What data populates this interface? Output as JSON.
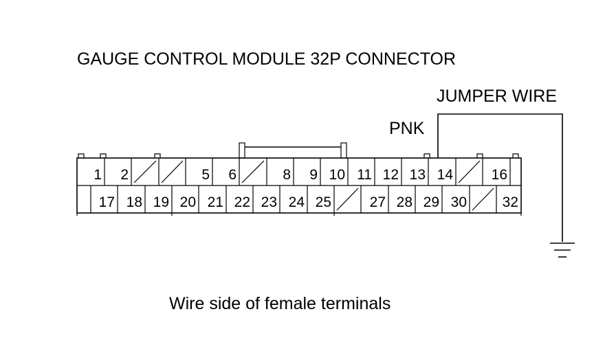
{
  "title": "GAUGE CONTROL MODULE 32P CONNECTOR",
  "wire_label": "PNK",
  "jumper_label": "JUMPER WIRE",
  "caption": "Wire side of female terminals",
  "connector": {
    "top_row": [
      "1",
      "2",
      "/",
      "/",
      "5",
      "6",
      "/",
      "8",
      "9",
      "10",
      "11",
      "12",
      "13",
      "14",
      "/",
      "16",
      ""
    ],
    "bottom_row": [
      "",
      "17",
      "18",
      "19",
      "20",
      "21",
      "22",
      "23",
      "24",
      "25",
      "/",
      "27",
      "28",
      "29",
      "30",
      "/",
      "32"
    ]
  },
  "jumper_pin": "14",
  "ground_icon": "ground-symbol-icon"
}
